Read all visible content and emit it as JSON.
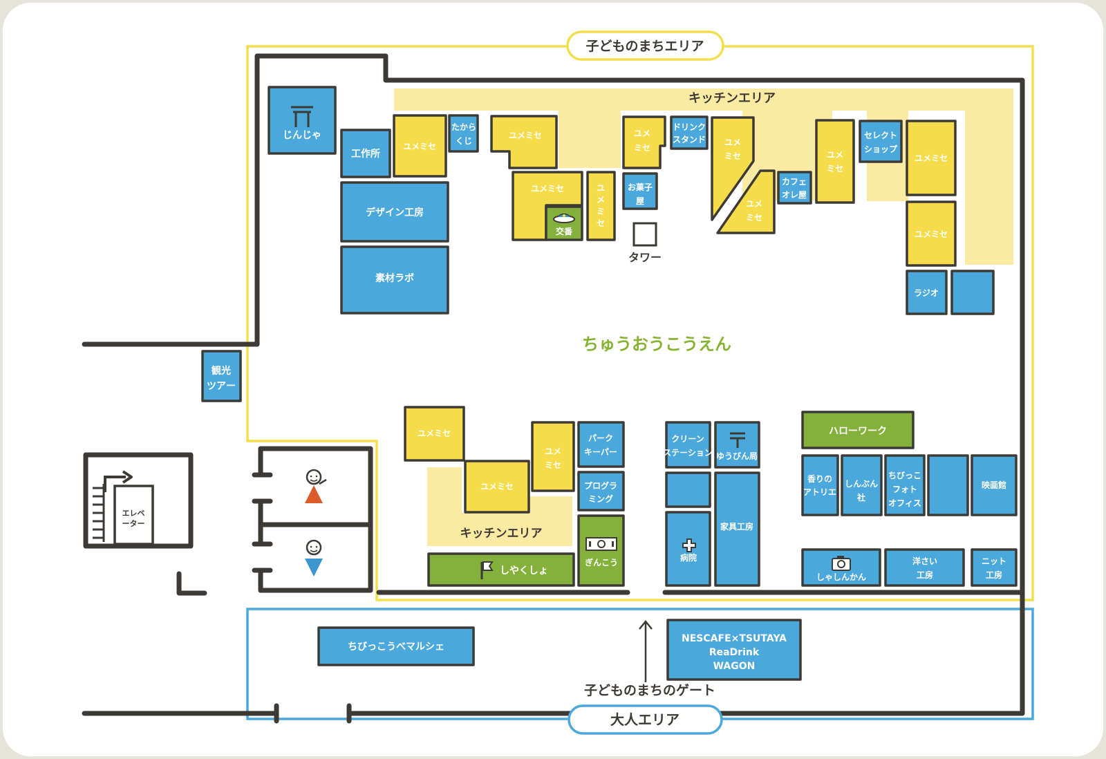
{
  "areas": {
    "kids_town": "子どものまちエリア",
    "adult": "大人エリア",
    "kitchen_top": "キッチンエリア",
    "kitchen_bottom": "キッチンエリア",
    "gate": "子どものまちのゲート",
    "park": "ちゅうおうこうえん"
  },
  "places": {
    "jinja": "じんじゃ",
    "kousakujo": "工作所",
    "design": "デザイン工房",
    "sozai": "素材ラボ",
    "yume1": "ユメミセ",
    "takarakuji_1": "たから",
    "takarakuji_2": "くじ",
    "yume2": "ユメミセ",
    "yume3": "ユメミセ",
    "kouban": "交番",
    "yume4_1": "ユ",
    "yume4_2": "メ",
    "yume4_3": "ミ",
    "yume4_4": "セ",
    "yume5_1": "ユメ",
    "yume5_2": "ミセ",
    "okashi_1": "お菓子",
    "okashi_2": "屋",
    "tower": "タワー",
    "drink_1": "ドリンク",
    "drink_2": "スタンド",
    "yume6_1": "ユメ",
    "yume6_2": "ミセ",
    "yume7_1": "ユメ",
    "yume7_2": "ミセ",
    "cafe_1": "カフェ",
    "cafe_2": "オレ屋",
    "yume8_1": "ユメ",
    "yume8_2": "ミセ",
    "select_1": "セレクト",
    "select_2": "ショップ",
    "yume9": "ユメミセ",
    "yume10": "ユメミセ",
    "radio": "ラジオ",
    "kanko_1": "観光",
    "kanko_2": "ツアー",
    "elevator_1": "エレベ",
    "elevator_2": "ーター",
    "yume11": "ユメミセ",
    "yume12": "ユメミセ",
    "yume13_1": "ユメ",
    "yume13_2": "ミセ",
    "park_keeper_1": "パーク",
    "park_keeper_2": "キーパー",
    "programming_1": "プログラ",
    "programming_2": "ミング",
    "ginkou": "ぎんこう",
    "shiyakusho": "しやくしょ",
    "clean_1": "クリーン",
    "clean_2": "ステーション",
    "yubin": "ゆうびん局",
    "kagu": "家具工房",
    "byouin": "病院",
    "hellowork": "ハローワーク",
    "kaori_1": "香りの",
    "kaori_2": "アトリエ",
    "shinbun_1": "しんぶん",
    "shinbun_2": "社",
    "photo_1": "ちびっこ",
    "photo_2": "フォト",
    "photo_3": "オフィス",
    "eiga": "映画館",
    "shashin": "しゃしんかん",
    "yousai_1": "洋さい",
    "yousai_2": "工房",
    "knit_1": "ニット",
    "knit_2": "工房",
    "marche": "ちびっこうべマルシェ",
    "nescafe_1": "NESCAFE×TSUTAYA",
    "nescafe_2": "ReaDrink",
    "nescafe_3": "WAGON"
  },
  "colors": {
    "background": "#e6e4da",
    "card": "#ffffff",
    "wall": "#3d3a36",
    "kids_border": "#f3df4e",
    "adult_border": "#4aa8dc",
    "blue_facility": "#4aa8dc",
    "yellow_shop": "#f6dc4a",
    "green_facility": "#83b13c",
    "kitchen_area": "#fbeaa2",
    "park_text": "#86b332",
    "woman": "#dd5b2b",
    "man": "#3d96cf"
  },
  "icons": [
    "torii-icon",
    "police-cap-icon",
    "flag-icon",
    "cross-icon",
    "post-icon",
    "camera-icon",
    "bank-icon",
    "elevator-arrow-icon",
    "woman-restroom-icon",
    "man-restroom-icon",
    "gate-arrow-icon"
  ]
}
